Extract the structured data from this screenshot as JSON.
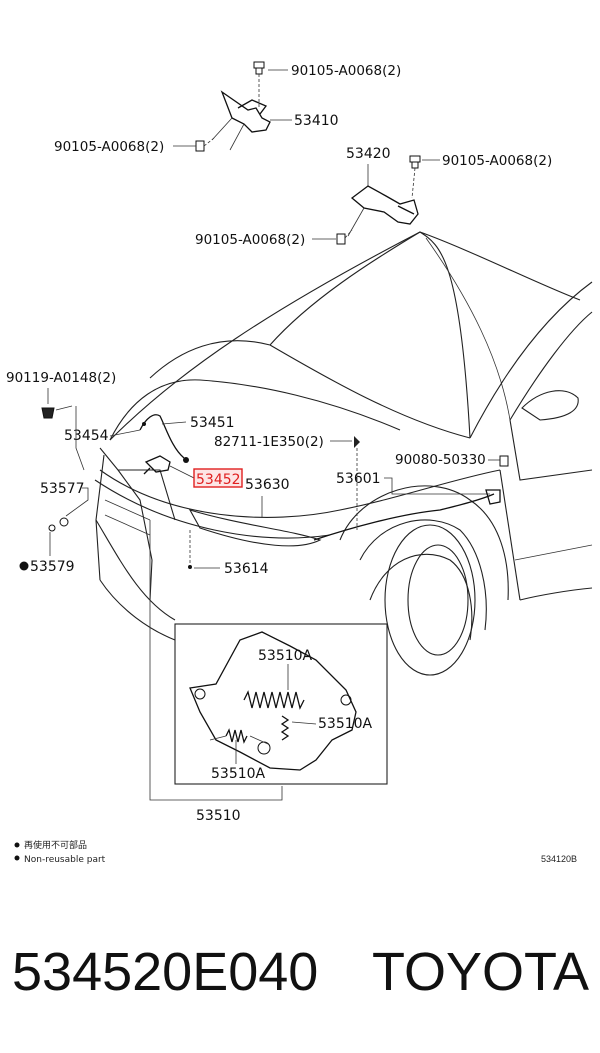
{
  "labels": {
    "bolt_top": "90105-A0068(2)",
    "p53410": "53410",
    "bolt_left": "90105-A0068(2)",
    "p53420": "53420",
    "bolt_right": "90105-A0068(2)",
    "bolt_mid": "90105-A0068(2)",
    "clip_90119": "90119-A0148(2)",
    "p53451": "53451",
    "p53454": "53454",
    "pin_82711": "82711-1E350(2)",
    "p53452": "53452",
    "p53630": "53630",
    "p53601": "53601",
    "clip_90080": "90080-50330",
    "p53577": "53577",
    "p53579": "53579",
    "p53614": "53614",
    "p53510A_1": "53510A",
    "p53510A_2": "53510A",
    "p53510A_3": "53510A",
    "p53510": "53510"
  },
  "legend": {
    "line_jp": "再使用不可部品",
    "line_en": "Non-reusable part"
  },
  "diagram_code": "534120B",
  "caption": {
    "part_number": "534520E040",
    "brand": "TOYOTA"
  },
  "colors": {
    "highlight": "#e02020",
    "highlight_fill": "#fde6e6",
    "ink": "#111111"
  }
}
